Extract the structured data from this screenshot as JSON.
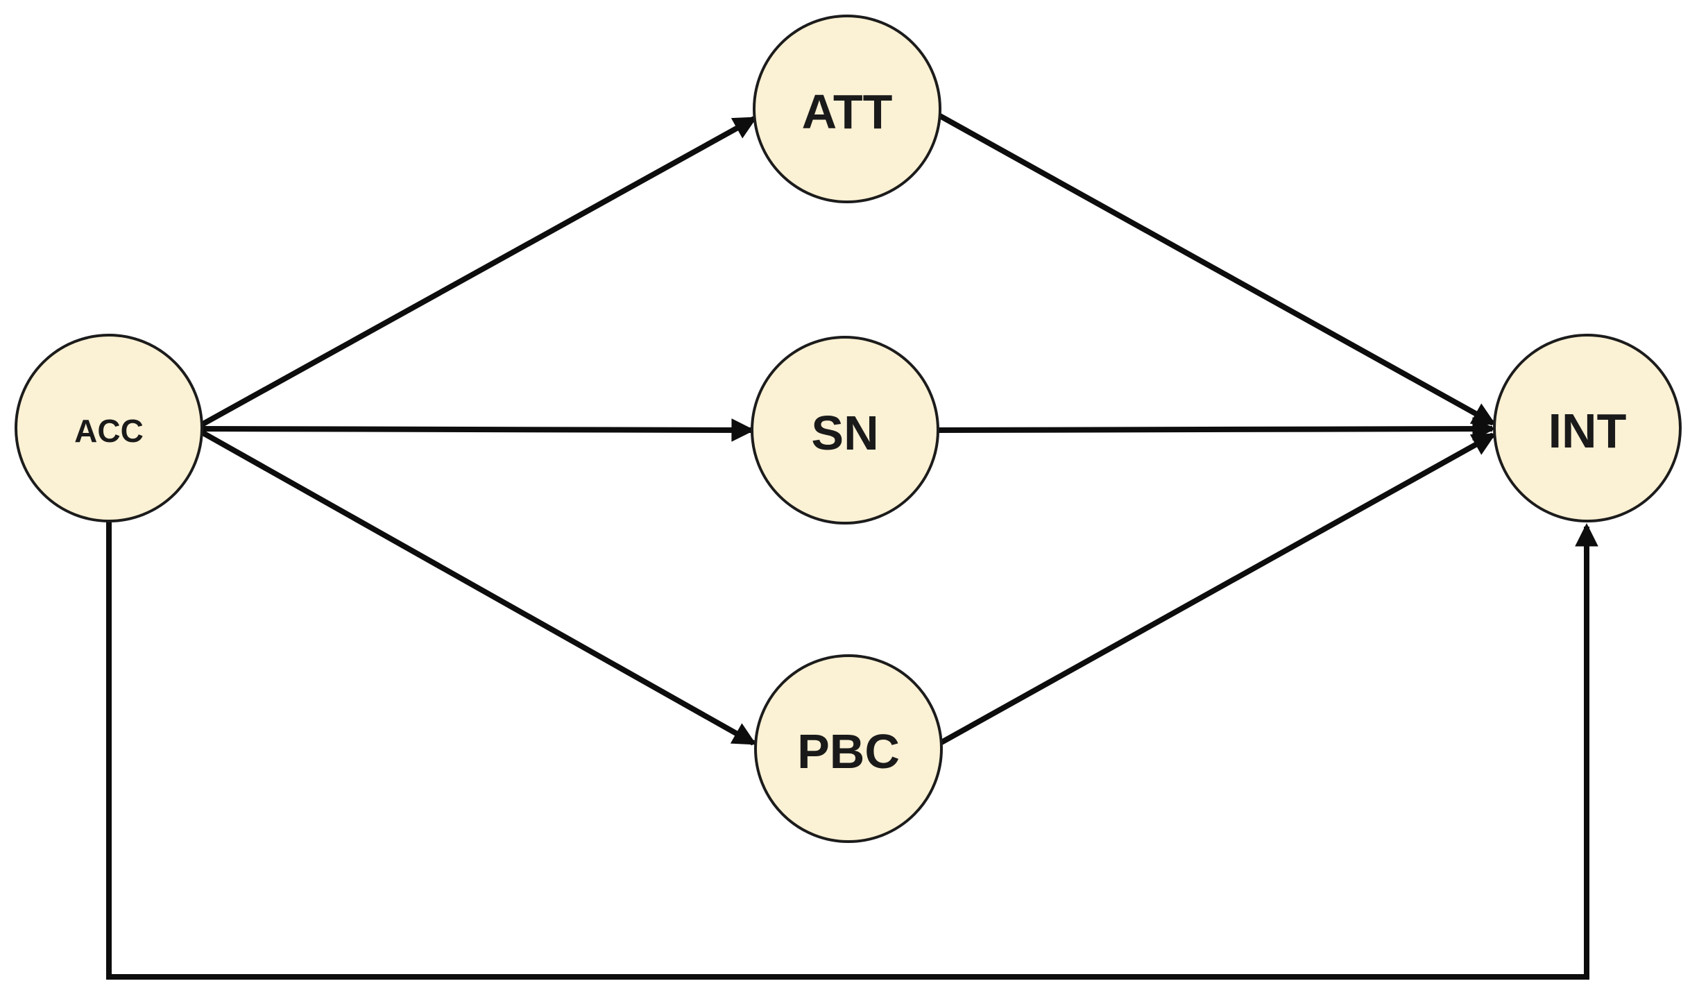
{
  "diagram": {
    "kind": "path-model",
    "nodes": [
      {
        "id": "acc",
        "label": "ACC"
      },
      {
        "id": "att",
        "label": "ATT"
      },
      {
        "id": "sn",
        "label": "SN"
      },
      {
        "id": "pbc",
        "label": "PBC"
      },
      {
        "id": "int",
        "label": "INT"
      }
    ],
    "edges": [
      {
        "from": "ACC",
        "to": "ATT"
      },
      {
        "from": "ACC",
        "to": "SN"
      },
      {
        "from": "ACC",
        "to": "PBC"
      },
      {
        "from": "ATT",
        "to": "INT"
      },
      {
        "from": "SN",
        "to": "INT"
      },
      {
        "from": "PBC",
        "to": "INT"
      },
      {
        "from": "ACC",
        "to": "INT"
      }
    ],
    "colors": {
      "node_fill": "#FBF1D4",
      "node_stroke": "#1C1C1C",
      "edge": "#0D0D0D",
      "label": "#1A1A1A",
      "background": "#FFFFFF"
    }
  }
}
